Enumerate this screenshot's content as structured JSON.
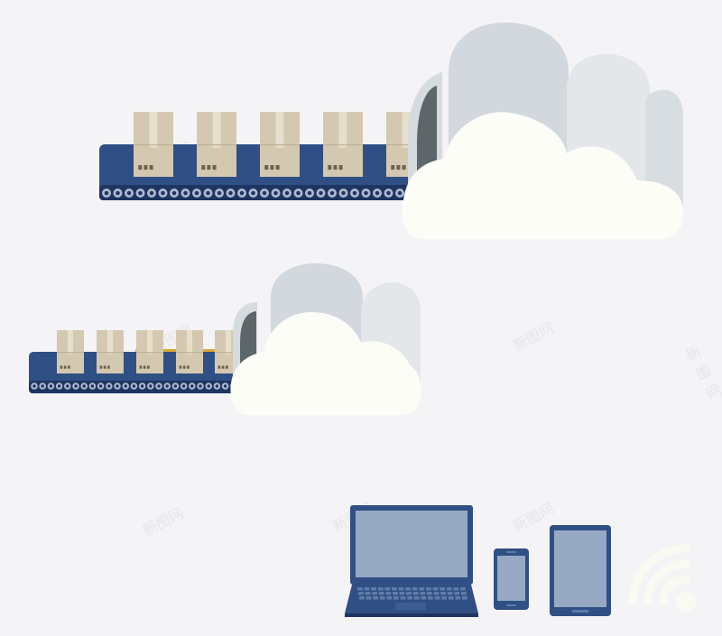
{
  "watermark": {
    "text": "新图网"
  },
  "colors": {
    "background": "#f4f4f6",
    "belt": "#2f4f85",
    "belt_dark": "#1f3460",
    "roller": "#aebbd0",
    "box": "#d4c9b0",
    "box_tape": "#e6dfcc",
    "cloud_front": "#fdfdf8",
    "cloud_mid": "#e4e7ea",
    "cloud_back": "#d2d8dd",
    "device_frame": "#2f4f85",
    "device_screen": "#97a9c2",
    "wifi": "#fbfaf2"
  },
  "icons": [
    "conveyor-belt",
    "cardboard-box",
    "cloud-icon",
    "laptop-icon",
    "smartphone-icon",
    "tablet-icon",
    "wifi-icon"
  ]
}
